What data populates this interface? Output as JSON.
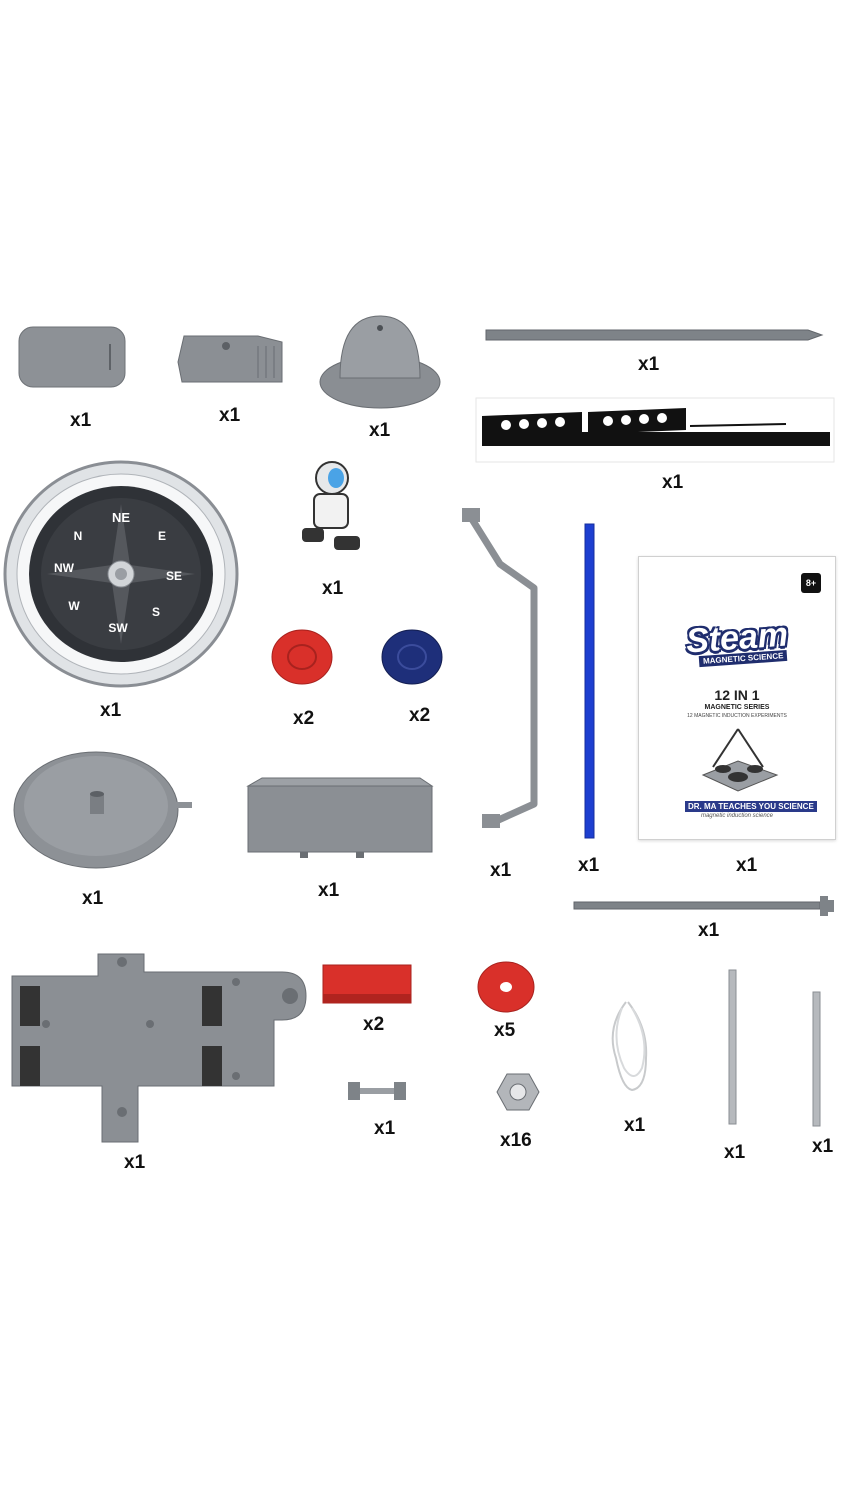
{
  "quantities": {
    "card": "x1",
    "clip": "x1",
    "dome": "x1",
    "long_rod": "x1",
    "sticker": "x1",
    "compass": "x1",
    "astronaut": "x1",
    "red_disc": "x2",
    "blue_disc": "x2",
    "bent_frame": "x1",
    "blue_rod": "x1",
    "manual": "x1",
    "round_base": "x1",
    "tray": "x1",
    "side_rod": "x1",
    "base_plate": "x1",
    "red_bar_magnet": "x2",
    "ring_magnet": "x5",
    "bolt": "x1",
    "nut": "x16",
    "string": "x1",
    "steel_rod_1": "x1",
    "steel_rod_2": "x1"
  },
  "compass": {
    "n": "N",
    "ne": "NE",
    "e": "E",
    "se": "SE",
    "s": "S",
    "sw": "SW",
    "w": "W",
    "nw": "NW"
  },
  "manual": {
    "brand": "Steam",
    "subtitle": "MAGNETIC SCIENCE",
    "title": "12 IN 1",
    "series": "MAGNETIC SERIES",
    "series_sub": "12 MAGNETIC INDUCTION EXPERIMENTS",
    "footer": "DR. MA TEACHES YOU SCIENCE",
    "footer_sub": "magnetic induction science",
    "age": "8+"
  },
  "colors": {
    "plastic_gray": "#8b8f94",
    "magnet_red": "#d9302a",
    "magnet_blue": "#1e2f7a",
    "rod_blue": "#1d3fd0"
  }
}
